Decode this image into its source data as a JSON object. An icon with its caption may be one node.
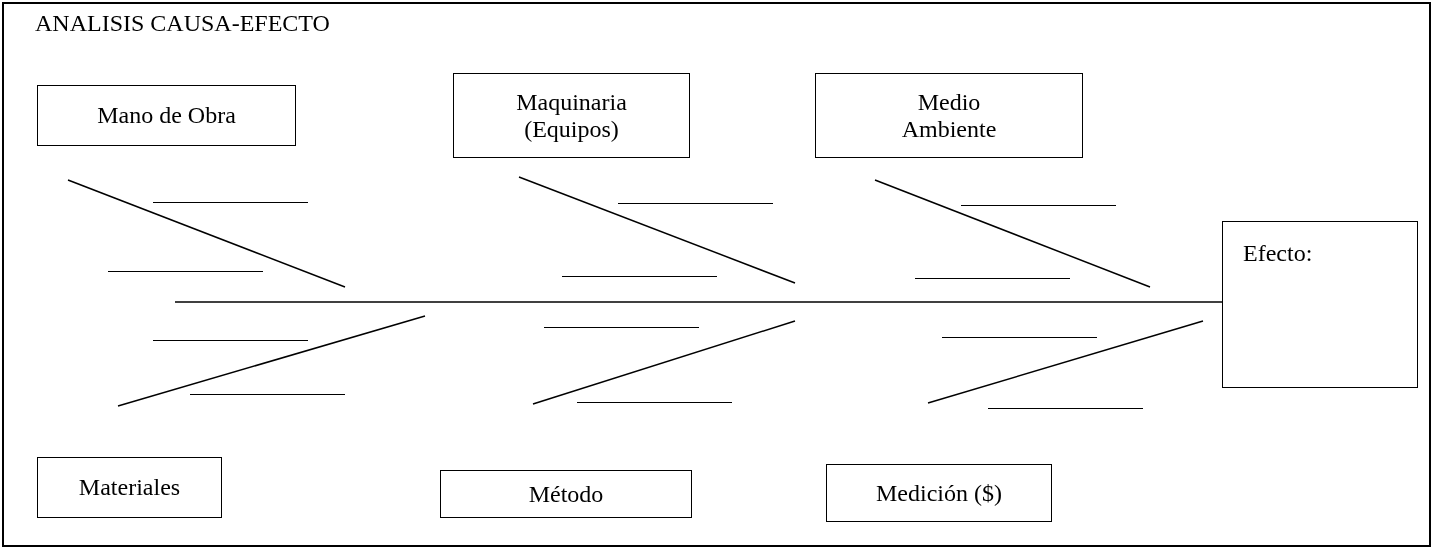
{
  "diagram": {
    "title": "ANALISIS CAUSA-EFECTO",
    "nodes": [
      {
        "text": [
          "Mano de Obra"
        ]
      },
      {
        "text": [
          "Maquinaria (Equipos)"
        ]
      },
      {
        "text": [
          "Medio Ambiente"
        ]
      },
      {
        "text": [
          "Efecto:"
        ]
      },
      {
        "text": [
          "Materiales"
        ]
      },
      {
        "text": [
          "Método"
        ]
      },
      {
        "text": [
          "Medición ($)"
        ]
      }
    ],
    "edges": [
      {
        "from": null,
        "to": 3,
        "arrow": "none"
      }
    ]
  }
}
